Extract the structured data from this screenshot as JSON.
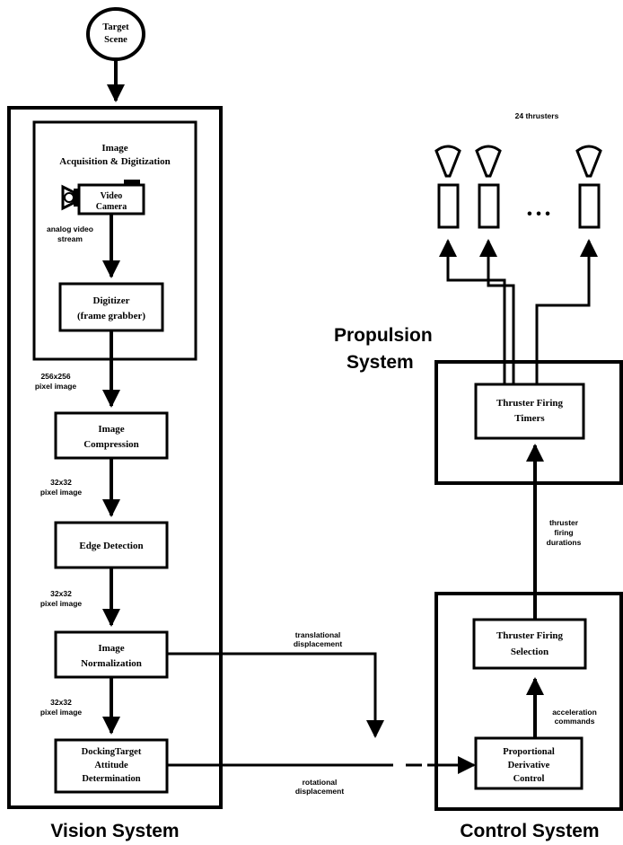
{
  "start": {
    "line1": "Target",
    "line2": "Scene"
  },
  "vision": {
    "title": "Vision System",
    "acquisition": {
      "line1": "Image",
      "line2": "Acquisition & Digitization"
    },
    "camera": {
      "line1": "Video",
      "line2": "Camera"
    },
    "analog_label": {
      "line1": "analog video",
      "line2": "stream"
    },
    "digitizer": {
      "line1": "Digitizer",
      "line2": "(frame grabber)"
    },
    "label_256": {
      "line1": "256x256",
      "line2": "pixel image"
    },
    "compression": {
      "line1": "Image",
      "line2": "Compression"
    },
    "label_32a": {
      "line1": "32x32",
      "line2": "pixel image"
    },
    "edge": "Edge Detection",
    "label_32b": {
      "line1": "32x32",
      "line2": "pixel image"
    },
    "normalization": {
      "line1": "Image",
      "line2": "Normalization"
    },
    "label_32c": {
      "line1": "32x32",
      "line2": "pixel image"
    },
    "docking": {
      "line1": "DockingTarget",
      "line2": "Attitude",
      "line3": "Determination"
    }
  },
  "links": {
    "translational": {
      "line1": "translational",
      "line2": "displacement"
    },
    "rotational": {
      "line1": "rotational",
      "line2": "displacement"
    }
  },
  "control": {
    "title": "Control System",
    "pd": {
      "line1": "Proportional",
      "line2": "Derivative",
      "line3": "Control"
    },
    "accel": {
      "line1": "acceleration",
      "line2": "commands"
    },
    "selection": {
      "line1": "Thruster Firing",
      "line2": "Selection"
    },
    "durations": {
      "line1": "thruster",
      "line2": "firing",
      "line3": "durations"
    }
  },
  "propulsion": {
    "title_line1": "Propulsion",
    "title_line2": "System",
    "timers": {
      "line1": "Thruster Firing",
      "line2": "Timers"
    },
    "thrusters_label": "24 thrusters",
    "ellipsis": "• • •"
  }
}
